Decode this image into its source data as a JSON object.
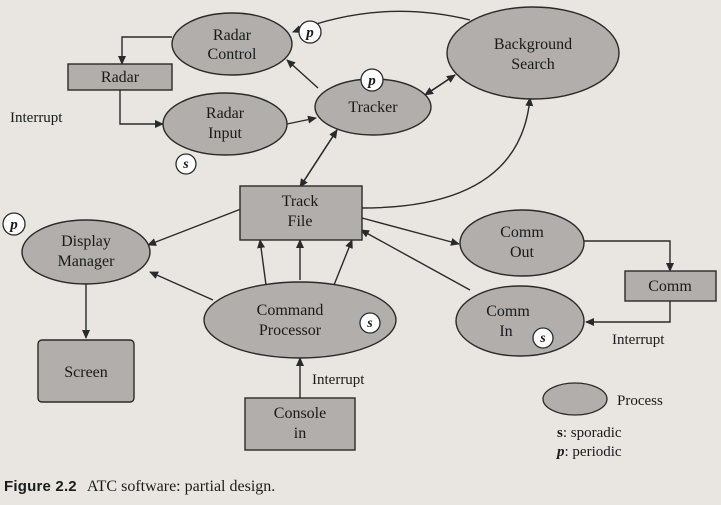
{
  "nodes": {
    "radar_control": {
      "line1": "Radar",
      "line2": "Control"
    },
    "background_search": {
      "line1": "Background",
      "line2": "Search"
    },
    "radar": {
      "label": "Radar"
    },
    "radar_input": {
      "line1": "Radar",
      "line2": "Input"
    },
    "tracker": {
      "label": "Tracker"
    },
    "track_file": {
      "line1": "Track",
      "line2": "File"
    },
    "display_manager": {
      "line1": "Display",
      "line2": "Manager"
    },
    "comm_out": {
      "line1": "Comm",
      "line2": "Out"
    },
    "comm": {
      "label": "Comm"
    },
    "command_processor": {
      "line1": "Command",
      "line2": "Processor"
    },
    "comm_in": {
      "line1": "Comm",
      "line2": "In"
    },
    "screen": {
      "label": "Screen"
    },
    "console_in": {
      "line1": "Console",
      "line2": "in"
    }
  },
  "badges": {
    "periodic": "p",
    "sporadic": "s"
  },
  "edge_labels": {
    "interrupt_radar": "Interrupt",
    "interrupt_console": "Interrupt",
    "interrupt_comm": "Interrupt"
  },
  "legend": {
    "process_label": "Process",
    "sporadic_key": "s",
    "sporadic_text": ": sporadic",
    "periodic_key": "p",
    "periodic_text": ": periodic"
  },
  "caption": {
    "figure_label": "Figure 2.2",
    "text": "ATC software: partial design."
  },
  "colors": {
    "node_fill": "#b1aeab",
    "stroke": "#2a2a2a",
    "badge_fill": "#ffffff"
  }
}
